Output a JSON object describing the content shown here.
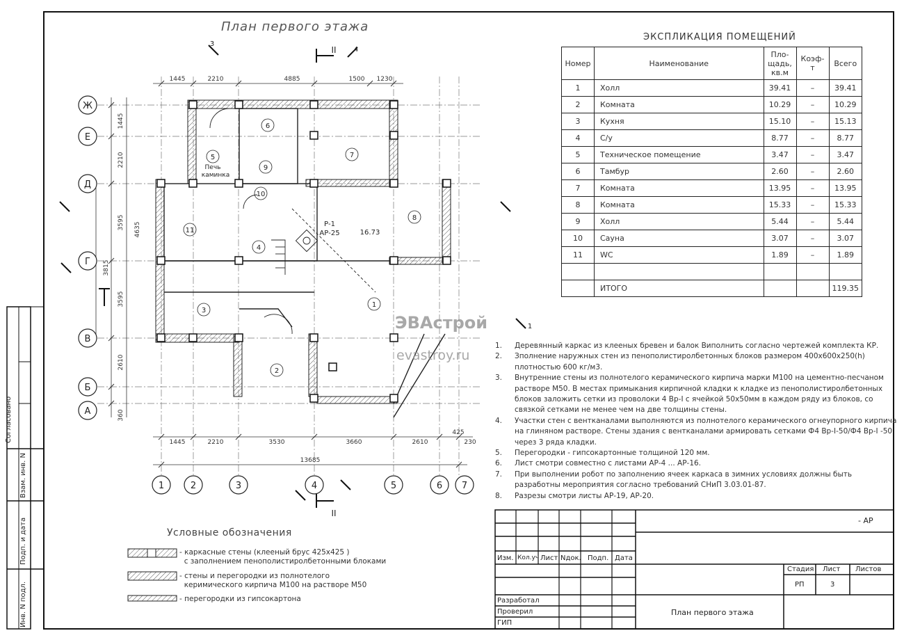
{
  "plan_title": "План первого этажа",
  "explication": {
    "title": "ЭКСПЛИКАЦИЯ ПОМЕЩЕНИЙ",
    "headers": {
      "num": "Номер",
      "name": "Наименование",
      "area_1": "Пло-",
      "area_2": "щадь,",
      "area_3": "кв.м",
      "coef": "Коэф-т",
      "total": "Всего"
    },
    "rows": [
      {
        "num": "1",
        "name": "Холл",
        "area": "39.41",
        "coef": "–",
        "total": "39.41"
      },
      {
        "num": "2",
        "name": "Комната",
        "area": "10.29",
        "coef": "–",
        "total": "10.29"
      },
      {
        "num": "3",
        "name": "Кухня",
        "area": "15.10",
        "coef": "–",
        "total": "15.13"
      },
      {
        "num": "4",
        "name": "С/у",
        "area": "8.77",
        "coef": "–",
        "total": "8.77"
      },
      {
        "num": "5",
        "name": "Техническое помещение",
        "area": "3.47",
        "coef": "–",
        "total": "3.47"
      },
      {
        "num": "6",
        "name": "Тамбур",
        "area": "2.60",
        "coef": "–",
        "total": "2.60"
      },
      {
        "num": "7",
        "name": "Комната",
        "area": "13.95",
        "coef": "–",
        "total": "13.95"
      },
      {
        "num": "8",
        "name": "Комната",
        "area": "15.33",
        "coef": "–",
        "total": "15.33"
      },
      {
        "num": "9",
        "name": "Холл",
        "area": "5.44",
        "coef": "–",
        "total": "5.44"
      },
      {
        "num": "10",
        "name": "Сауна",
        "area": "3.07",
        "coef": "–",
        "total": "3.07"
      },
      {
        "num": "11",
        "name": "WC",
        "area": "1.89",
        "coef": "–",
        "total": "1.89"
      }
    ],
    "total_label": "ИТОГО",
    "total_value": "119.35"
  },
  "notes": [
    {
      "n": "1.",
      "text": "Деревянный каркас из клееных бревен и балок Виполнить согласно чертежей комплекта КР."
    },
    {
      "n": "2.",
      "text": "Зполнение наружных стен из пенополистиролбетонных блоков размером 400х600х250(h) плотностью 600 кг/м3."
    },
    {
      "n": "3.",
      "text": "Внутренние стены из полнотелого керамического кирпича марки М100 на цементно-песчаном растворе М50. В местах примыкания кирпичной кладки к кладке из пенополистиролбетонных блоков заложить сетки из проволоки 4 Вр-I с ячейкой 50х50мм в каждом ряду из блоков, со связкой сетками не менее чем на две толщины стены."
    },
    {
      "n": "4.",
      "text": "Участки стен с вентканалами выполняются из полнотелого керамического огнеупорного кирпича на глиняном растворе. Стены здания с вентканалами армировать сетками Ф4 Вр-I-50/Ф4 Вр-I -50 через 3 ряда кладки."
    },
    {
      "n": "5.",
      "text": "Перегородки - гипсокартонные толщиной 120 мм."
    },
    {
      "n": "6.",
      "text": "Лист смотри совместно с листами АР-4 ... АР-16."
    },
    {
      "n": "7.",
      "text": "При выполнении робот по заполнению ячеек каркаса в зимних условиях должны быть разработны мероприятия согласно требований СНиП 3.03.01-87."
    },
    {
      "n": "8.",
      "text": "Разрезы смотри листы АР-19, АР-20."
    }
  ],
  "legend": {
    "title": "Условные обозначения",
    "item1_l1": "- каркасные стены (клееный брус 425х425 )",
    "item1_l2": "с заполнением пенополистиролбетонными блоками",
    "item2_l1": "- стены и перегородки из полнотелого",
    "item2_l2": "керимического кирпича М100 на растворе М50",
    "item3": "- перегородки из гипсокартона"
  },
  "stamp": {
    "code": "- АР",
    "izm": "Изм.",
    "kol": "Кол.уч",
    "list": "Лист",
    "ndok": "Nдок.",
    "podp": "Подп.",
    "data": "Дата",
    "stadiya": "Стадия",
    "list_h": "Лист",
    "listov": "Листов",
    "stadiya_val": "РП",
    "list_val": "3",
    "razrab": "Разработал",
    "proveril": "Проверил",
    "gip": "ГИП",
    "sheet_title": "План первого этажа"
  },
  "side": {
    "soglasovano": "Согласовано",
    "vzam": "Взам. инв. N",
    "podp_data": "Подп. и дата",
    "inv": "Инв. N подл."
  },
  "watermark": {
    "brand": "ЭВАстрой",
    "site": "evastroy.ru"
  },
  "axes": {
    "cols": [
      "1",
      "2",
      "3",
      "4",
      "5",
      "6",
      "7"
    ],
    "rows": [
      "Ж",
      "Е",
      "Д",
      "Г",
      "В",
      "Б",
      "А"
    ]
  },
  "dims": {
    "top": [
      "1445",
      "2210",
      "4885",
      "1500",
      "1230"
    ],
    "bottom": [
      "1445",
      "2210",
      "3530",
      "3660",
      "2610",
      "425",
      "230"
    ],
    "overall": "13685",
    "left": [
      "1445",
      "2210",
      "3595",
      "3595",
      "2610",
      "360"
    ],
    "left_total": [
      "4635",
      "3815"
    ]
  },
  "rooms": {
    "r1": "1",
    "r2": "2",
    "r3": "3",
    "r4": "4",
    "r5": "5",
    "r6": "6",
    "r7": "7",
    "r8": "8",
    "r9": "9",
    "r10": "10",
    "r11": "11",
    "stove_l1": "Печь",
    "stove_l2": "каминка",
    "stair_l1": "Р-1",
    "stair_l2": "АР-25",
    "area_hall": "16.73",
    "sec2": "II",
    "sec3": "3",
    "sec4": "4",
    "sec1": "1"
  }
}
